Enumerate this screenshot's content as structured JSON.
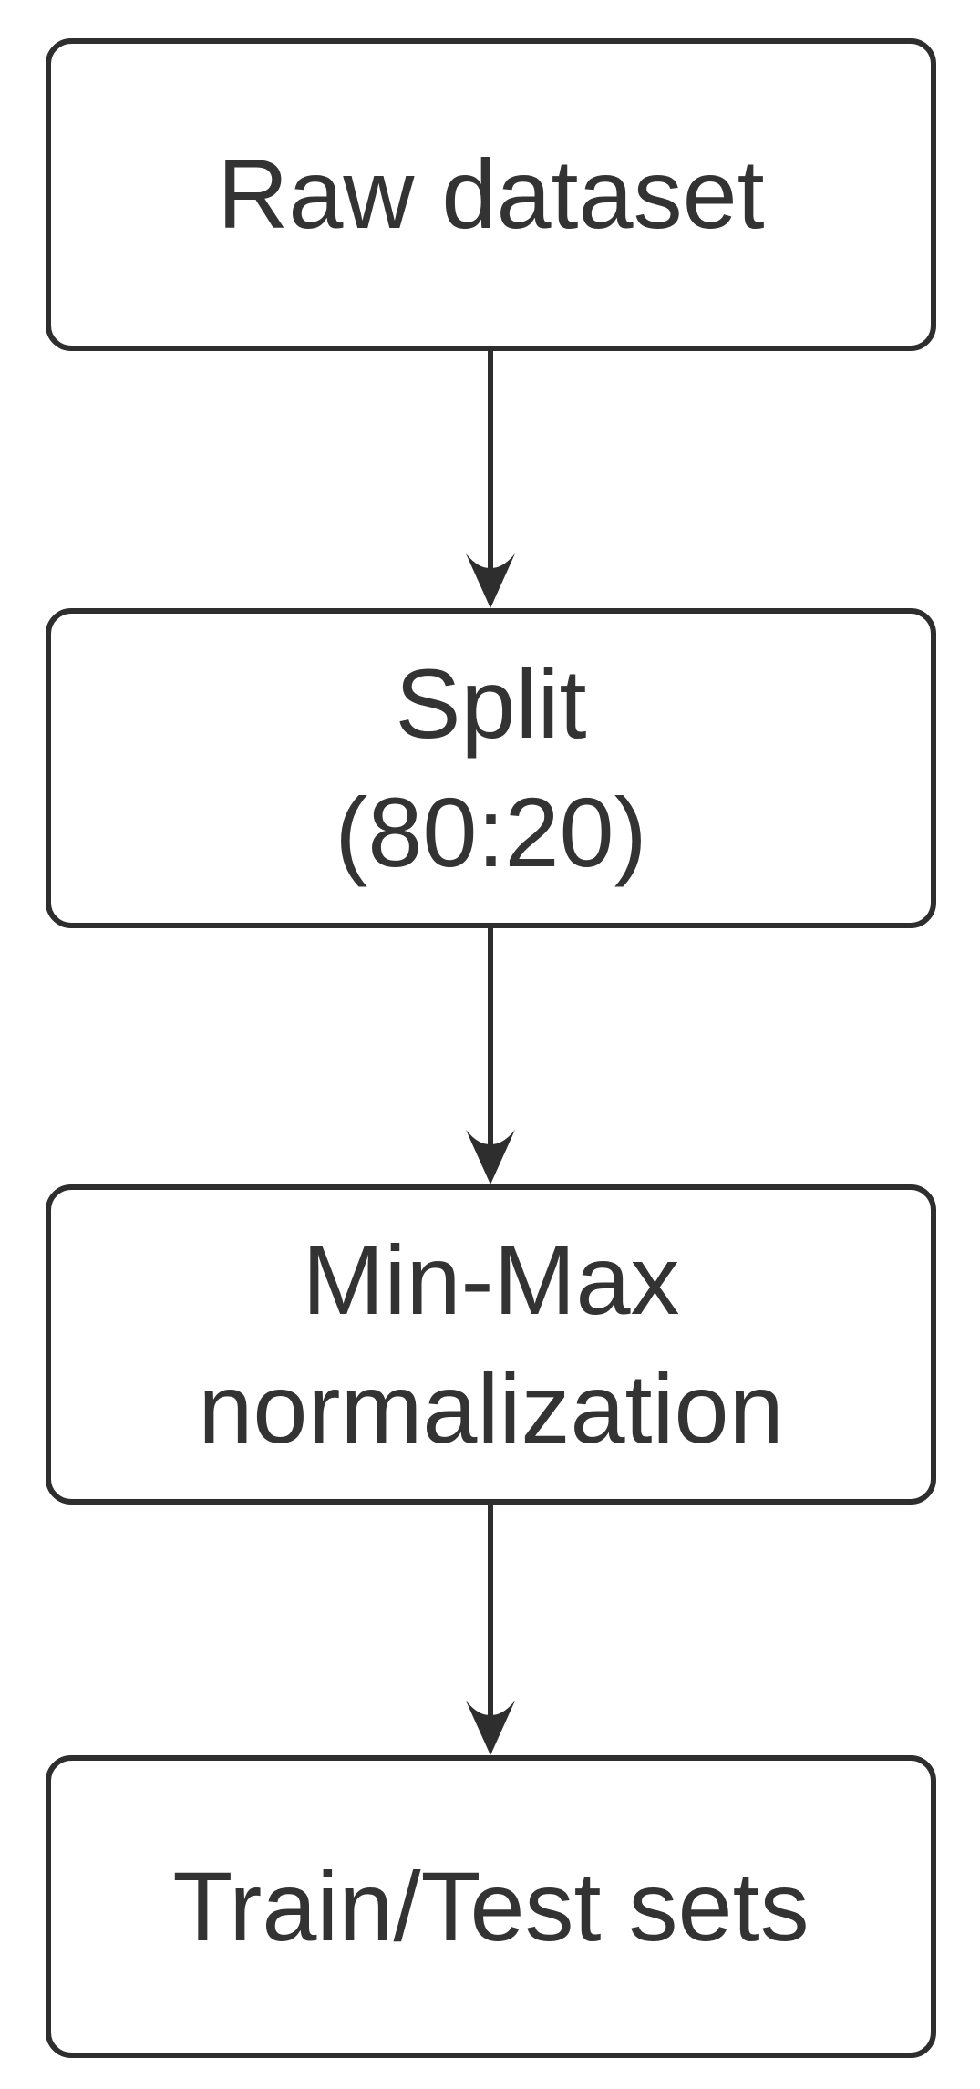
{
  "diagram": {
    "type": "flowchart",
    "direction": "top-down",
    "background_color": "#ffffff",
    "node_fill_color": "#ffffff",
    "node_stroke_color": "#2e2e2e",
    "text_color": "#333333",
    "nodes": [
      {
        "id": "raw-dataset",
        "lines": [
          "Raw dataset"
        ]
      },
      {
        "id": "split",
        "lines": [
          "Split",
          "(80:20)"
        ]
      },
      {
        "id": "min-max-normalization",
        "lines": [
          "Min-Max",
          "normalization"
        ]
      },
      {
        "id": "train-test-sets",
        "lines": [
          "Train/Test sets"
        ]
      }
    ],
    "edges": [
      {
        "from": "raw-dataset",
        "to": "split",
        "style": "arrow-down"
      },
      {
        "from": "split",
        "to": "min-max-normalization",
        "style": "arrow-down"
      },
      {
        "from": "min-max-normalization",
        "to": "train-test-sets",
        "style": "arrow-down"
      }
    ]
  }
}
